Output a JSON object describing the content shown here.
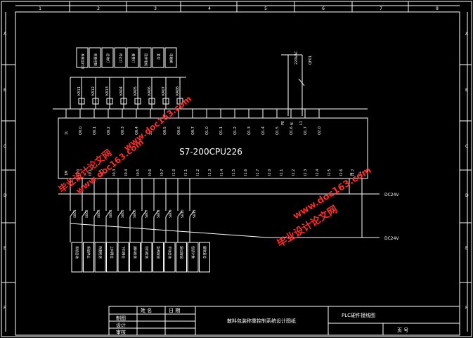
{
  "frame": {
    "col_numbers": [
      "1",
      "2",
      "3",
      "4",
      "5",
      "6",
      "7",
      "8"
    ],
    "row_letters": [
      "A",
      "B",
      "C",
      "D",
      "E",
      "F"
    ]
  },
  "plc": {
    "model": "S7-200CPU226",
    "output_terminals": [
      "1L",
      "Q0.0",
      "Q0.1",
      "Q0.2",
      "Q0.3",
      "Q0.4",
      "2L",
      "Q0.5",
      "Q0.6",
      "Q0.7",
      "Q1.0",
      "Q1.1",
      "Q1.2",
      "Q1.3",
      "Q1.4",
      "Q1.5",
      "Q1.6",
      "Q1.7",
      "Q2.0"
    ],
    "input_terminals": [
      "1M",
      "I0.0",
      "I0.1",
      "I0.2",
      "I0.3",
      "I0.4",
      "I0.5",
      "I0.6",
      "I0.7",
      "I1.0",
      "I1.1",
      "I1.2",
      "I1.3",
      "I1.4",
      "I1.5",
      "I1.6",
      "I1.7",
      "I2.0",
      "I2.1",
      "I2.2",
      "I2.3",
      "I2.4",
      "I2.5",
      "I2.6",
      "I2.7"
    ],
    "power_labels": [
      "PE",
      "N",
      "L1"
    ],
    "right_labels": [
      "M",
      "L+"
    ]
  },
  "output_devices": {
    "codes": [
      "KA11",
      "KA12",
      "KA13",
      "KA04",
      "KA05",
      "KA06",
      "KA07",
      "KA08"
    ],
    "labels": [
      "系统运行灯",
      "称重控制",
      "启动灯",
      "停止灯",
      "报警灯",
      "搅拌电机",
      "复位",
      "电磁阀"
    ]
  },
  "input_devices": {
    "codes": [
      "SB01",
      "SB02",
      "SB03",
      "SB04",
      "SB05",
      "SB06",
      "SB07",
      "SB08",
      "SB09",
      "SB10",
      "SB11"
    ],
    "labels": [
      "系统启动",
      "系统停止",
      "称重检测",
      "上料限位",
      "下料限位",
      "满料检测",
      "空料检测",
      "急停按钮",
      "手动自动",
      "复位按钮",
      "包装计数",
      "报警复位"
    ]
  },
  "power": {
    "ac_labels": [
      "220VAC",
      "QF01"
    ],
    "dc24_label": "DC24V",
    "dc24v_label": "DC24V"
  },
  "watermarks": [
    "毕业设计论文网",
    "www.doc163.com"
  ],
  "title_block": {
    "header_name": "姓 名",
    "header_date": "日 期",
    "roles": [
      "制图",
      "设计",
      "审核"
    ],
    "project_title": "散料包装称重控制系统设计图纸",
    "drawing_title": "PLC硬件接线图",
    "page_label": "页 号"
  }
}
